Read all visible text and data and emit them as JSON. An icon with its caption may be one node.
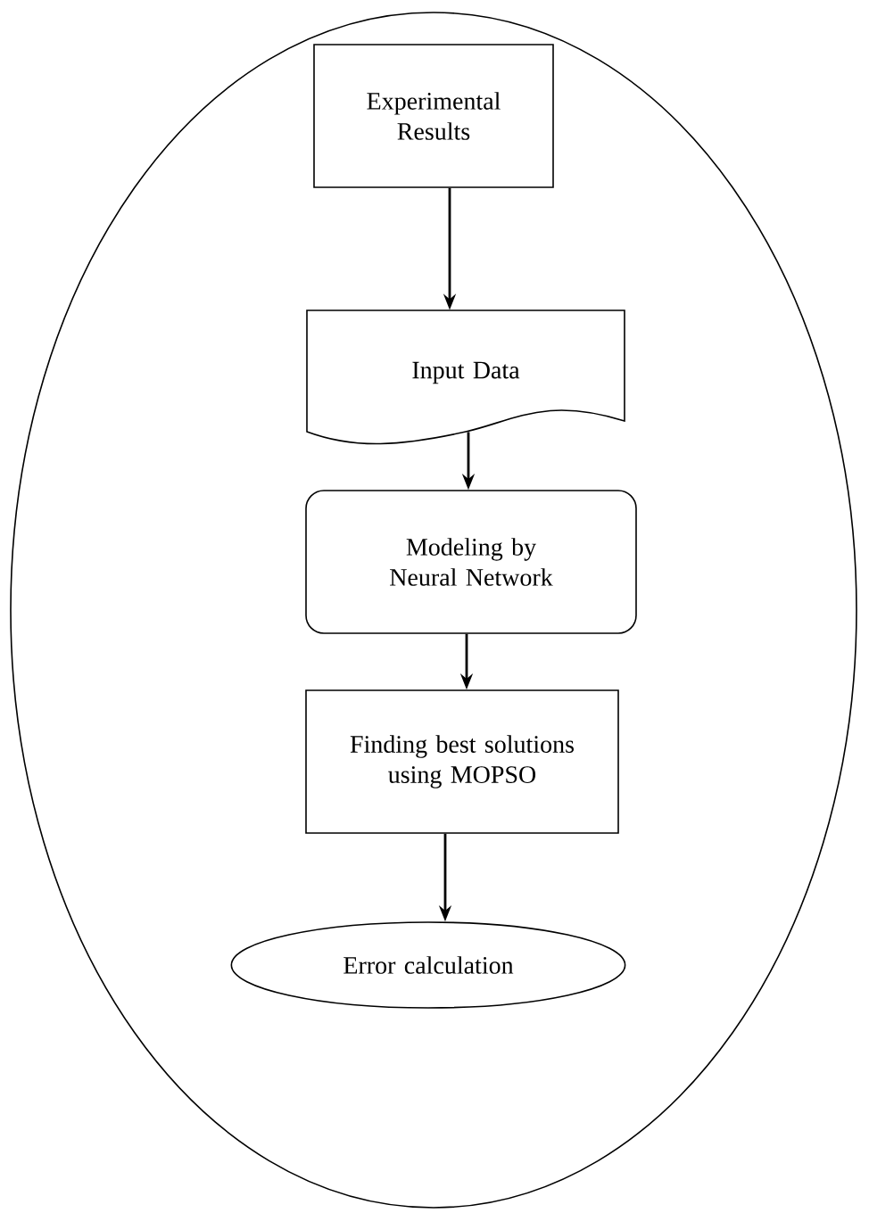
{
  "diagram": {
    "nodes": [
      {
        "text": [],
        "shape": "ellipse"
      },
      {
        "text": [
          "Experimental Results"
        ],
        "in": 0
      },
      {
        "text": [
          "Input Data"
        ],
        "in": 0
      },
      {
        "text": [
          "Modeling by Neural Network"
        ],
        "in": 0
      },
      {
        "text": [
          "Finding best solutions using MOPSO"
        ],
        "in": 0
      },
      {
        "text": [
          "Error calculation"
        ],
        "in": 0
      }
    ],
    "edges": [
      {
        "from": 1,
        "to": 2,
        "arrow": "to"
      },
      {
        "from": 2,
        "to": 3,
        "arrow": "to"
      },
      {
        "from": 3,
        "to": 4,
        "arrow": "to"
      },
      {
        "from": 4,
        "to": 5,
        "arrow": "to"
      }
    ]
  }
}
